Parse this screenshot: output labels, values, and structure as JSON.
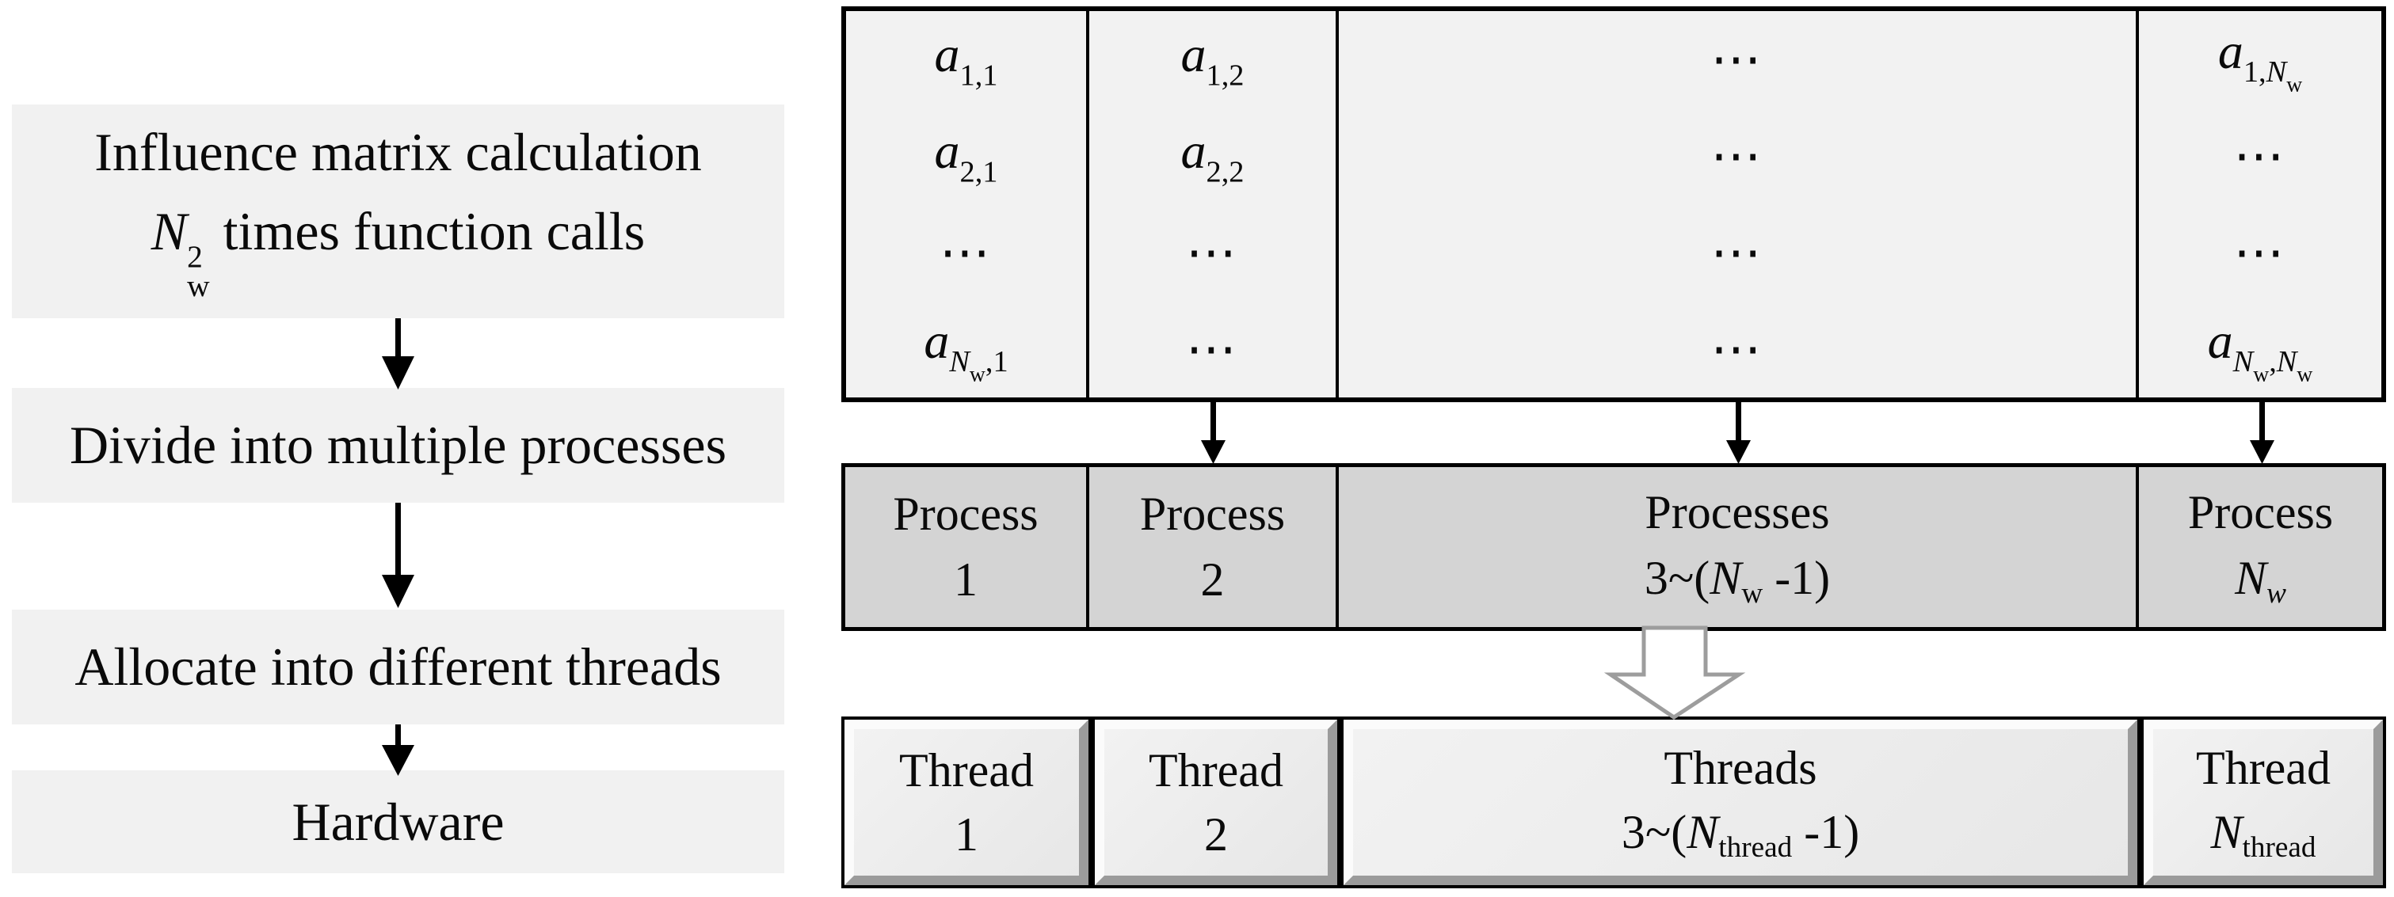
{
  "flow": {
    "box1": {
      "line1": "Influence matrix calculation",
      "n": "N",
      "sup": "2",
      "sub": "w",
      "rest": " times function calls"
    },
    "box2": {
      "label": "Divide into multiple processes"
    },
    "box3": {
      "label": "Allocate into different threads"
    },
    "box4": {
      "label": "Hardware"
    }
  },
  "matrix": {
    "rows": [
      {
        "cells": [
          {
            "b": "a",
            "s": "1,1"
          },
          {
            "b": "a",
            "s": "1,2"
          },
          {
            "dots": "⋯"
          },
          {
            "b": "a",
            "s1": "1,",
            "sN": "N",
            "sw": "w"
          }
        ]
      },
      {
        "cells": [
          {
            "b": "a",
            "s": "2,1"
          },
          {
            "b": "a",
            "s": "2,2"
          },
          {
            "dots": "⋯"
          },
          {
            "dots": "⋯"
          }
        ]
      },
      {
        "cells": [
          {
            "dots": "⋯"
          },
          {
            "dots": "⋯"
          },
          {
            "dots": "⋯"
          },
          {
            "dots": "⋯"
          }
        ]
      },
      {
        "cells": [
          {
            "b": "a",
            "sN": "N",
            "sw": "w",
            "s2": ",1"
          },
          {
            "dots": "⋯"
          },
          {
            "dots": "⋯"
          },
          {
            "b": "a",
            "sN1": "N",
            "sw1": "w",
            "smid": ",",
            "sN2": "N",
            "sw2": "w"
          }
        ]
      }
    ]
  },
  "process_row": {
    "cells": [
      {
        "line1": "Process",
        "num": "1"
      },
      {
        "line1": "Process",
        "num": "2"
      },
      {
        "line1": "Processes",
        "pre": "3~(",
        "n": "N",
        "sub": "w",
        "post": " -1)"
      },
      {
        "line1": "Process",
        "n": "N",
        "sub": "w"
      }
    ]
  },
  "thread_row": {
    "cells": [
      {
        "line1": "Thread",
        "num": "1"
      },
      {
        "line1": "Thread",
        "num": "2"
      },
      {
        "line1": "Threads",
        "pre": "3~(",
        "n": "N",
        "sub": "thread",
        "post": " -1)"
      },
      {
        "line1": "Thread",
        "n": "N",
        "sub": "thread"
      }
    ]
  },
  "colors": {
    "flow_box_bg": "#f1f1f1",
    "matrix_bg": "#f2f2f2",
    "process_bg": "#d4d4d4",
    "thread_bg": "#eaeaea",
    "border": "#000000",
    "hollow_arrow_outline": "#9d9d9d"
  }
}
